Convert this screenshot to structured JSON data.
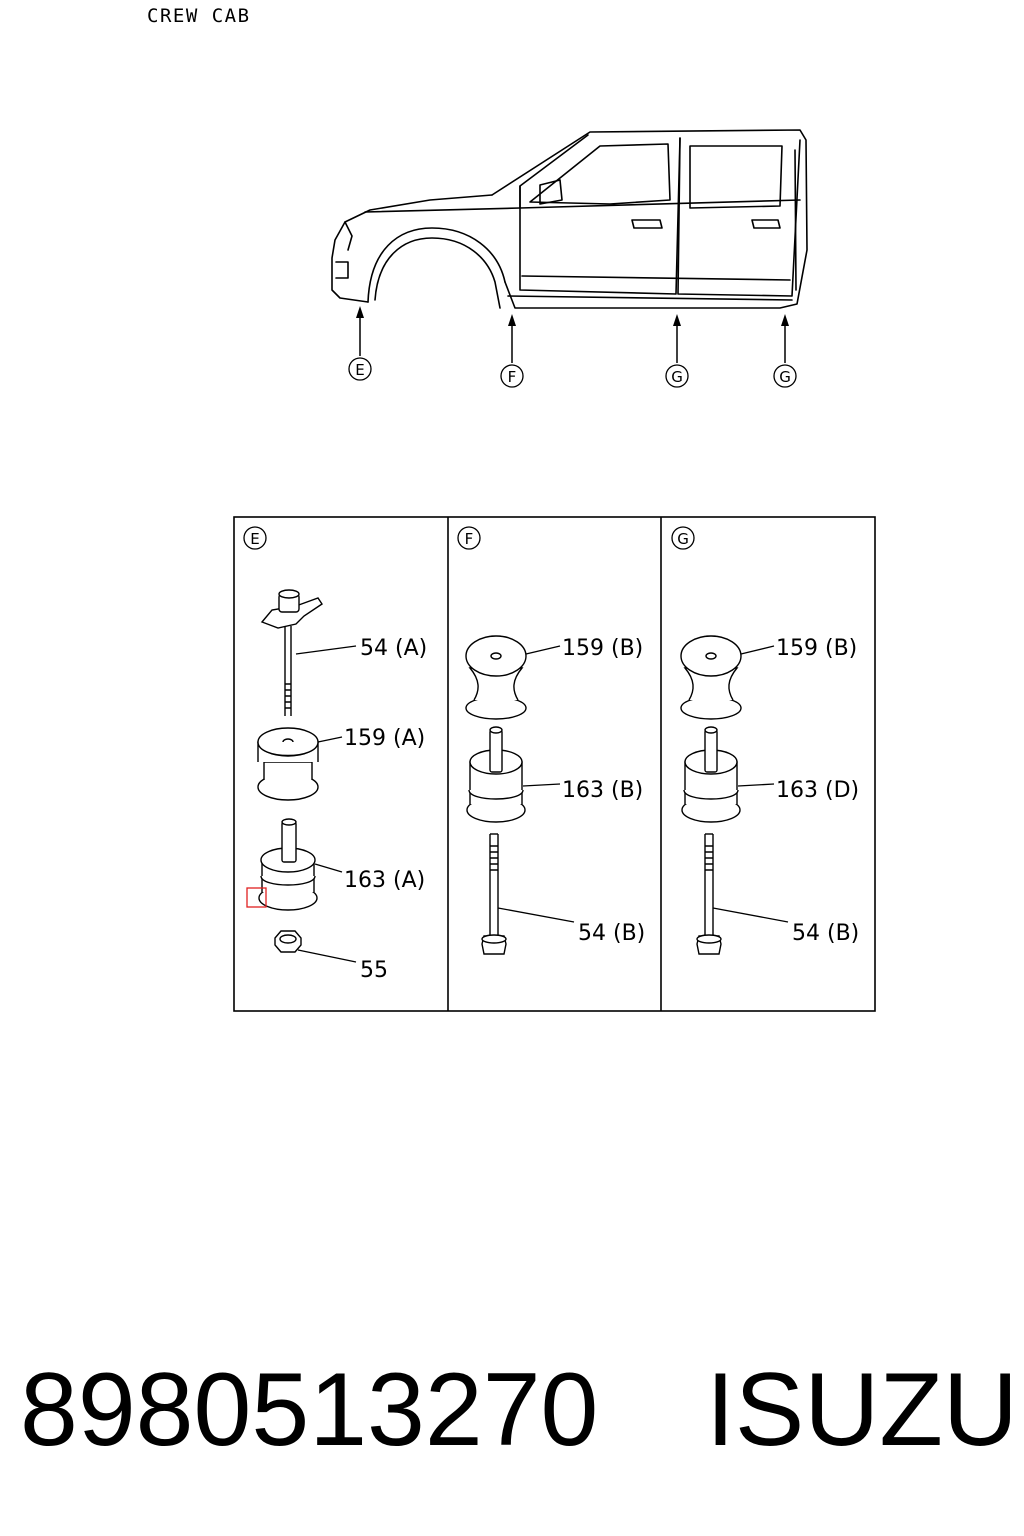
{
  "title": "CREW CAB",
  "vehicle": {
    "markers": [
      {
        "letter": "E"
      },
      {
        "letter": "F"
      },
      {
        "letter": "G"
      },
      {
        "letter": "G"
      }
    ]
  },
  "panels": [
    {
      "letter": "E",
      "callouts": [
        "54 (A)",
        "159 (A)",
        "163 (A)",
        "55"
      ]
    },
    {
      "letter": "F",
      "callouts": [
        "159 (B)",
        "163 (B)",
        "54 (B)"
      ]
    },
    {
      "letter": "G",
      "callouts": [
        "159 (B)",
        "163 (D)",
        "54 (B)"
      ]
    }
  ],
  "highlight": {
    "color": "#e02020"
  },
  "footer": {
    "part_number": "8980513270",
    "brand": "ISUZU"
  }
}
